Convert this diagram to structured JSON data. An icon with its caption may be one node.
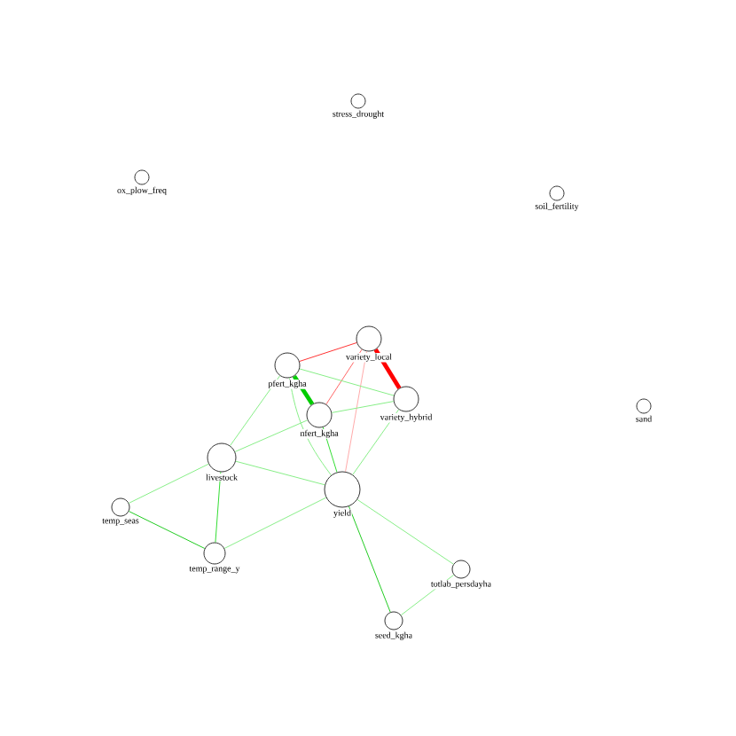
{
  "diagram": {
    "nodes": [
      {
        "text": [
          "stress_drought"
        ]
      },
      {
        "text": [
          "ox_plow_freq"
        ]
      },
      {
        "text": [
          "soil_fertility"
        ]
      },
      {
        "text": [
          "variety_local"
        ]
      },
      {
        "text": [
          "pfert_kgha"
        ]
      },
      {
        "text": [
          "variety_hybrid"
        ]
      },
      {
        "text": [
          "sand"
        ]
      },
      {
        "text": [
          "nfert_kgha"
        ]
      },
      {
        "text": [
          "livestock"
        ]
      },
      {
        "text": [
          "yield"
        ]
      },
      {
        "text": [
          "temp_seas"
        ]
      },
      {
        "text": [
          "temp_range_y"
        ]
      },
      {
        "text": [
          "totlab_persdayha"
        ]
      },
      {
        "text": [
          "seed_kgha"
        ]
      }
    ],
    "edges": [
      {
        "from": 4,
        "to": 3,
        "arrow": "none",
        "color": "#ff3333"
      },
      {
        "from": 3,
        "to": 5,
        "arrow": "none",
        "style": "thick",
        "color": "#ff0000"
      },
      {
        "from": 3,
        "to": 7,
        "arrow": "none",
        "color": "#ff6666"
      },
      {
        "from": 3,
        "to": 9,
        "arrow": "none",
        "color": "#ffaaaa"
      },
      {
        "from": 4,
        "to": 5,
        "arrow": "none"
      },
      {
        "from": 4,
        "to": 7,
        "arrow": "none",
        "style": "thick",
        "color": "#00cc00"
      },
      {
        "from": 4,
        "to": 8,
        "arrow": "none"
      },
      {
        "from": 4,
        "to": 9,
        "arrow": "none"
      },
      {
        "from": 7,
        "to": 5,
        "arrow": "none"
      },
      {
        "from": 7,
        "to": 8,
        "arrow": "none"
      },
      {
        "from": 7,
        "to": 9,
        "arrow": "none",
        "color": "#33dd33"
      },
      {
        "from": 5,
        "to": 9,
        "arrow": "none"
      },
      {
        "from": 8,
        "to": 9,
        "arrow": "none"
      },
      {
        "from": 8,
        "to": 10,
        "arrow": "none"
      },
      {
        "from": 8,
        "to": 11,
        "arrow": "none",
        "color": "#33dd33"
      },
      {
        "from": 10,
        "to": 11,
        "arrow": "none",
        "color": "#22cc22"
      },
      {
        "from": 11,
        "to": 9,
        "arrow": "none"
      },
      {
        "from": 9,
        "to": 12,
        "arrow": "none"
      },
      {
        "from": 9,
        "to": 13,
        "arrow": "none",
        "color": "#22cc22"
      },
      {
        "from": 12,
        "to": 13,
        "arrow": "none"
      }
    ]
  }
}
